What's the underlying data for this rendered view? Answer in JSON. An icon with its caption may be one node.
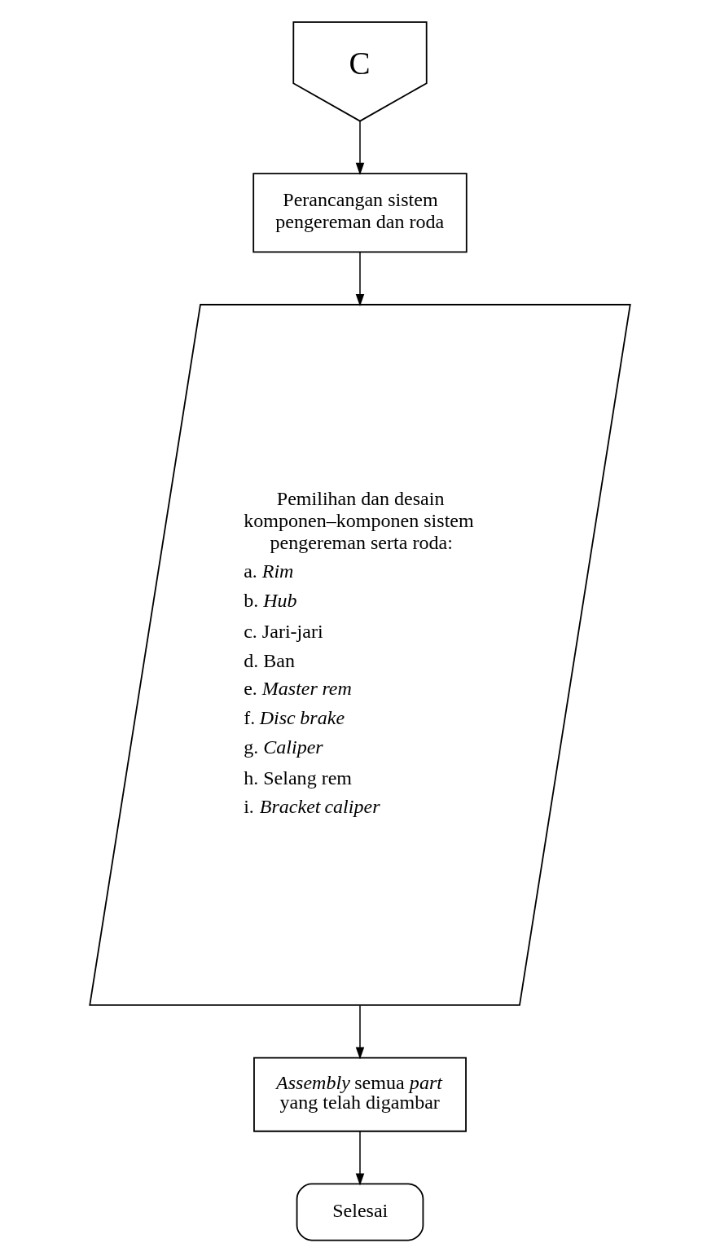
{
  "diagram": {
    "nodes": [
      {
        "text": [
          "C"
        ]
      },
      {
        "text": [
          "Perancangan sistem pengereman dan roda"
        ]
      },
      {
        "text": [
          "Pemilihan dan desain komponen–komponen sistem pengereman serta roda:",
          "a. *Rim*",
          "b. *Hub*",
          "c. Jari-jari",
          "d. Ban",
          "e. *Master rem*",
          "f. *Disc brake*",
          "g. *Caliper*",
          "h. Selang rem",
          "i. *Bracket caliper*"
        ]
      },
      {
        "text": [
          "*Assembly* semua *part* yang telah digambar"
        ]
      },
      {
        "text": [
          "Selesai"
        ]
      }
    ],
    "edges": [
      {
        "from": 0,
        "to": 1,
        "arrow": "to"
      },
      {
        "from": 1,
        "to": 2,
        "arrow": "to"
      },
      {
        "from": 2,
        "to": 3,
        "arrow": "to"
      },
      {
        "from": 3,
        "to": 4,
        "arrow": "to"
      }
    ]
  }
}
